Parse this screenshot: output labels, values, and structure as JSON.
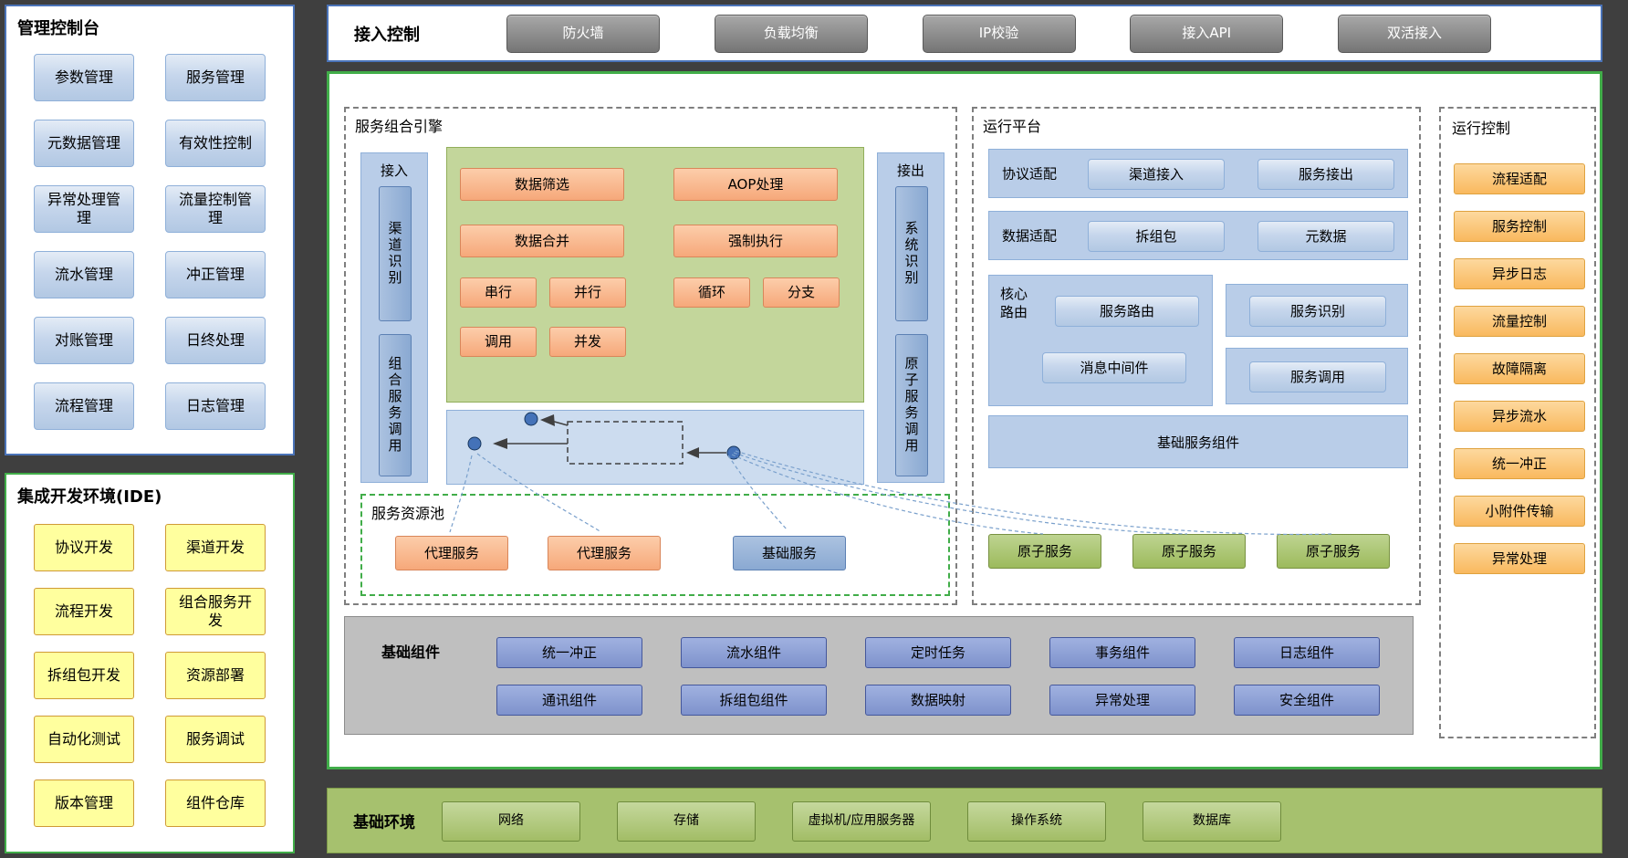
{
  "colors": {
    "panel_border_blue": "#4a73b8",
    "panel_border_green": "#41ad49",
    "button_blue": "#bcd0e8",
    "button_yellow": "#ffff9e",
    "button_gray": "#808080",
    "button_orange": "#f9b283",
    "button_amber": "#fbc46d",
    "button_green": "#9cba5c",
    "button_steel_blue": "#95b3d7",
    "button_periwinkle": "#8496cc",
    "green_box": "#c3d69b",
    "gray_box": "#bfbfbf",
    "env_bar": "#a6c16e",
    "dark_background": "#3f3f3f"
  },
  "management_console": {
    "title": "管理控制台",
    "buttons": [
      "参数管理",
      "服务管理",
      "元数据管理",
      "有效性控制",
      "异常处理管理",
      "流量控制管理",
      "流水管理",
      "冲正管理",
      "对账管理",
      "日终处理",
      "流程管理",
      "日志管理"
    ]
  },
  "ide": {
    "title": "集成开发环境(IDE)",
    "buttons": [
      "协议开发",
      "渠道开发",
      "流程开发",
      "组合服务开发",
      "拆组包开发",
      "资源部署",
      "自动化测试",
      "服务调试",
      "版本管理",
      "组件仓库"
    ]
  },
  "access_control": {
    "title": "接入控制",
    "buttons": [
      "防火墙",
      "负载均衡",
      "IP校验",
      "接入API",
      "双活接入"
    ]
  },
  "composition_engine": {
    "title": "服务组合引擎",
    "inlet_label": "接入",
    "inlet_buttons": [
      "渠道识别",
      "组合服务调用"
    ],
    "outlet_label": "接出",
    "outlet_buttons": [
      "系统识别",
      "原子服务调用"
    ],
    "ops": [
      "数据筛选",
      "AOP处理",
      "数据合并",
      "强制执行",
      "串行",
      "并行",
      "循环",
      "分支",
      "调用",
      "并发"
    ]
  },
  "resource_pool": {
    "title": "服务资源池",
    "proxy_services": [
      "代理服务",
      "代理服务"
    ],
    "base_service": "基础服务",
    "atomic_services": [
      "原子服务",
      "原子服务",
      "原子服务"
    ]
  },
  "runtime_platform": {
    "title": "运行平台",
    "protocol_label": "协议适配",
    "protocol_buttons": [
      "渠道接入",
      "服务接出"
    ],
    "data_label": "数据适配",
    "data_buttons": [
      "拆组包",
      "元数据"
    ],
    "core_label": "核心路由",
    "core_buttons": [
      "服务路由",
      "消息中间件"
    ],
    "side_buttons": [
      "服务识别",
      "服务调用"
    ],
    "base_bar": "基础服务组件"
  },
  "runtime_control": {
    "title": "运行控制",
    "buttons": [
      "流程适配",
      "服务控制",
      "异步日志",
      "流量控制",
      "故障隔离",
      "异步流水",
      "统一冲正",
      "小附件传输",
      "异常处理"
    ]
  },
  "basic_components": {
    "title": "基础组件",
    "buttons": [
      "统一冲正",
      "流水组件",
      "定时任务",
      "事务组件",
      "日志组件",
      "通讯组件",
      "拆组包组件",
      "数据映射",
      "异常处理",
      "安全组件"
    ]
  },
  "basic_environment": {
    "title": "基础环境",
    "buttons": [
      "网络",
      "存储",
      "虚拟机/应用服务器",
      "操作系统",
      "数据库"
    ]
  }
}
